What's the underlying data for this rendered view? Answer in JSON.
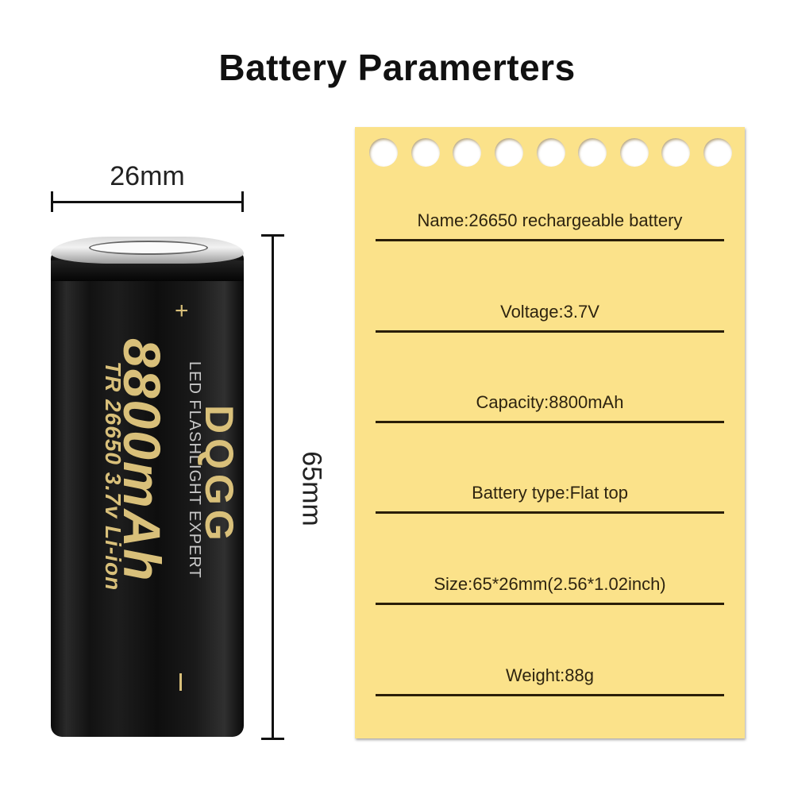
{
  "title": "Battery Paramerters",
  "dimensions": {
    "width_label": "26mm",
    "height_label": "65mm"
  },
  "battery": {
    "capacity_label": "8800mAh",
    "model_label": "TR 26650 3.7v Li-ion",
    "tagline": "LED FLASHLIGHT EXPERT",
    "brand": "DQGG",
    "positive_symbol": "+",
    "body_color": "#111111",
    "label_color": "#d9c07a"
  },
  "card": {
    "background_color": "#fbe28a",
    "hole_count": 9,
    "rows": [
      {
        "text": "Name:26650 rechargeable battery"
      },
      {
        "text": "Voltage:3.7V"
      },
      {
        "text": "Capacity:8800mAh"
      },
      {
        "text": "Battery type:Flat top"
      },
      {
        "text": "Size:65*26mm(2.56*1.02inch)"
      },
      {
        "text": "Weight:88g"
      }
    ]
  }
}
